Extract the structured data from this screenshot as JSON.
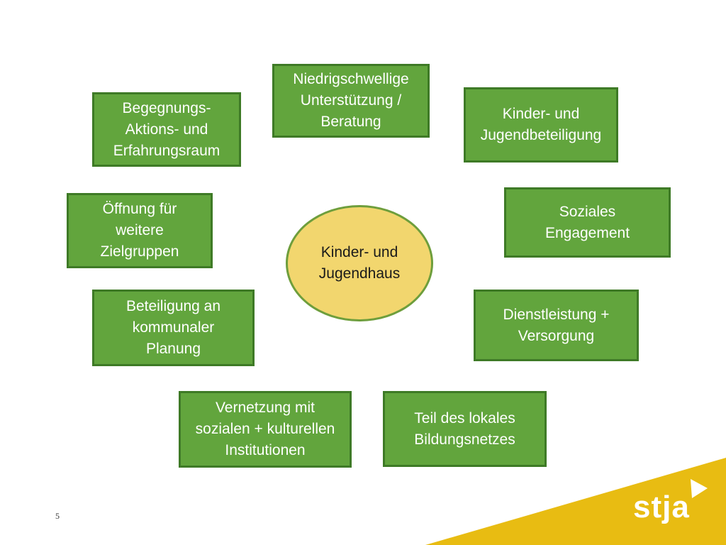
{
  "diagram": {
    "center": "Kinder- und\nJugendhaus",
    "nodes": [
      {
        "id": "niedrigschwellige",
        "label": "Niedrigschwellige\nUnterstützung /\nBeratung"
      },
      {
        "id": "beteiligung-kinder",
        "label": "Kinder- und\nJugendbeteiligung"
      },
      {
        "id": "soziales",
        "label": "Soziales\nEngagement"
      },
      {
        "id": "dienstleistung",
        "label": "Dienstleistung +\nVersorgung"
      },
      {
        "id": "bildungsnetz",
        "label": "Teil des lokales\nBildungsnetzes"
      },
      {
        "id": "vernetzung",
        "label": "Vernetzung mit\nsozialen + kulturellen\nInstitutionen"
      },
      {
        "id": "kommunal",
        "label": "Beteiligung an\nkommunaler\nPlanung"
      },
      {
        "id": "zielgruppen",
        "label": "Öffnung für\nweitere\nZielgruppen"
      },
      {
        "id": "begegnung",
        "label": "Begegnungs-\nAktions- und\nErfahrungsraum"
      }
    ],
    "box_color": "#62A53D",
    "box_border_color": "#3E7A26",
    "center_color": "#F2D66E"
  },
  "footer": {
    "page_number": "5",
    "logo_text": "stja",
    "corner_color": "#E8BC12"
  }
}
